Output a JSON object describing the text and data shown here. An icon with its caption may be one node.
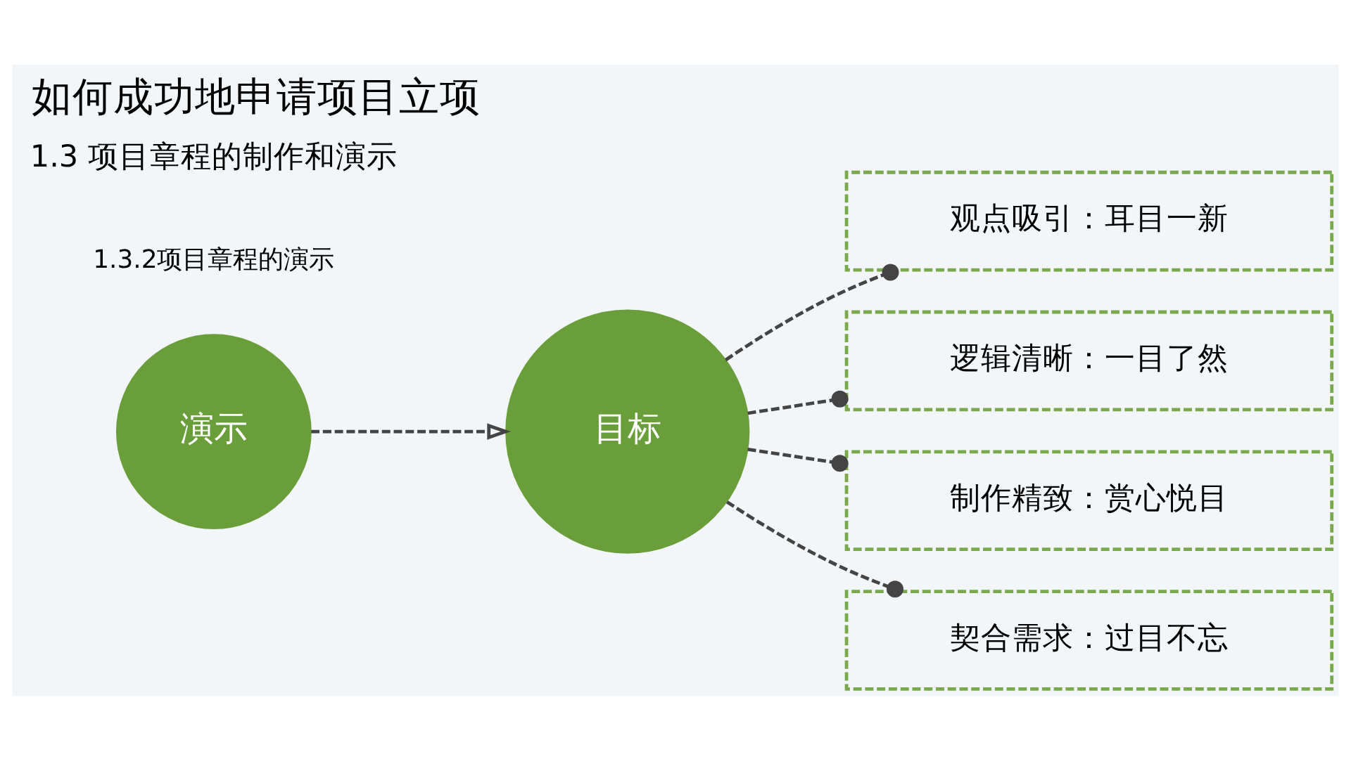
{
  "diagram": {
    "title": "如何成功地申请项目立项",
    "nodes": [
      {
        "text": [
          "演示"
        ]
      },
      {
        "text": [
          "目标"
        ]
      },
      {
        "text": [
          "观点吸引：耳目一新"
        ]
      },
      {
        "text": [
          "逻辑清晰：一目了然"
        ]
      },
      {
        "text": [
          "制作精致：赏心悦目"
        ]
      },
      {
        "text": [
          "契合需求：过目不忘"
        ]
      }
    ],
    "edges": [
      {
        "from": 0,
        "to": 1,
        "arrow": "to",
        "style": "dashed"
      },
      {
        "from": 1,
        "to": 2,
        "arrow": "other",
        "style": "dashed"
      },
      {
        "from": 1,
        "to": 3,
        "arrow": "other",
        "style": "dashed"
      },
      {
        "from": 1,
        "to": 4,
        "arrow": "other",
        "style": "dashed"
      },
      {
        "from": 1,
        "to": 5,
        "arrow": "other",
        "style": "dashed"
      }
    ],
    "labels": [
      "1.3 项目章程的制作和演示",
      "1.3.2项目章程的演示"
    ]
  }
}
